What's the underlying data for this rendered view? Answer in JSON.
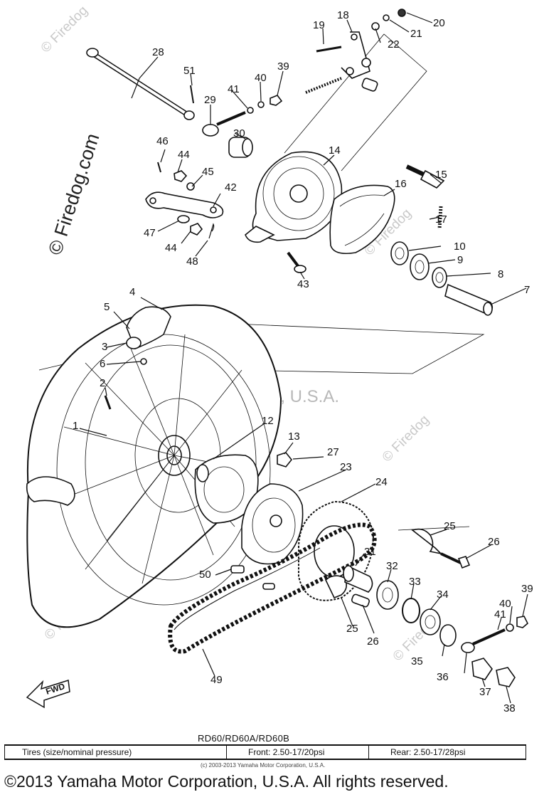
{
  "diagram": {
    "callouts": [
      "1",
      "2",
      "3",
      "4",
      "5",
      "6",
      "7",
      "8",
      "9",
      "10",
      "12",
      "13",
      "14",
      "15",
      "16",
      "17",
      "18",
      "19",
      "20",
      "21",
      "22",
      "23",
      "24",
      "25",
      "25",
      "26",
      "26",
      "27",
      "28",
      "29",
      "30",
      "31",
      "32",
      "33",
      "34",
      "35",
      "36",
      "37",
      "38",
      "39",
      "39",
      "40",
      "40",
      "41",
      "41",
      "42",
      "43",
      "44",
      "44",
      "45",
      "46",
      "47",
      "48",
      "49",
      "50",
      "51"
    ],
    "fwd_label": "FWD"
  },
  "watermarks": {
    "site": "© Firedog.com",
    "site_short": "© Firedog",
    "center_text": "Yamaha Motor Corp, U.S.A.",
    "side_text": "© Firedog.com"
  },
  "footer": {
    "model": "RD60/RD60A/RD60B",
    "tires_label": "Tires (size/nominal pressure)",
    "front": "Front:  2.50-17/20psi",
    "rear": "Rear:  2.50-17/28psi",
    "small_copyright": "(c) 2003-2013 Yamaha Motor Corporation, U.S.A.",
    "copyright": "©2013 Yamaha Motor Corporation, U.S.A. All rights reserved."
  }
}
